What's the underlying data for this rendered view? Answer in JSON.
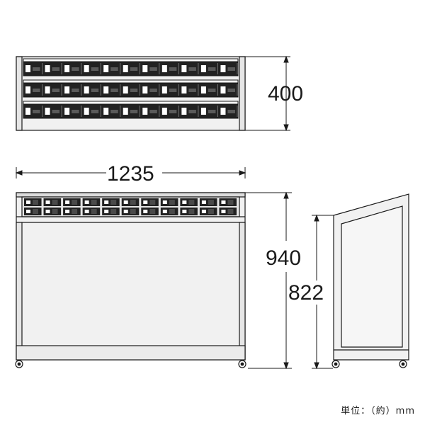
{
  "product": {
    "counts": {
      "rows_top_view": 3,
      "slots_per_row": 11,
      "front_slot_columns": 11,
      "front_slot_rows": 2
    },
    "colors": {
      "line": "#1a1a1a",
      "body_fill": "#f1f1f1",
      "slot_fill": "#222222",
      "slot_hole": "#ffffff"
    }
  },
  "dimensions": {
    "depth": "400",
    "width": "1235",
    "height_total": "940",
    "height_front": "822"
  },
  "unit_label": "単位：（約）mm"
}
